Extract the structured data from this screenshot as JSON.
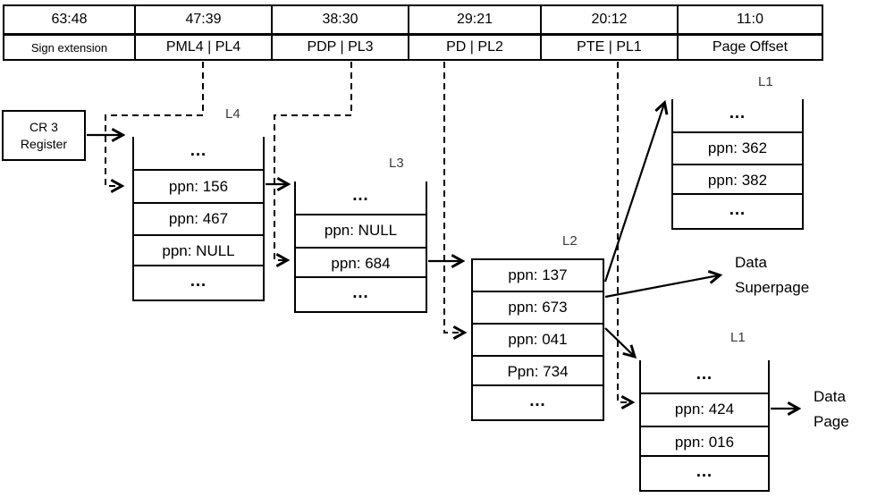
{
  "colors": {
    "ink": "#000000",
    "background": "#ffffff"
  },
  "address_fields": {
    "cells": [
      {
        "bits": "63:48",
        "label": "Sign extension"
      },
      {
        "bits": "47:39",
        "label": "PML4 | PL4"
      },
      {
        "bits": "38:30",
        "label": "PDP | PL3"
      },
      {
        "bits": "29:21",
        "label": "PD | PL2"
      },
      {
        "bits": "20:12",
        "label": "PTE | PL1"
      },
      {
        "bits": "11:0",
        "label": "Page Offset"
      }
    ]
  },
  "cr3_register": {
    "line1": "CR 3",
    "line2": "Register"
  },
  "page_tables": {
    "l4": {
      "label": "L4",
      "rows": [
        "…",
        "ppn: 156",
        "ppn: 467",
        "ppn: NULL",
        "…"
      ]
    },
    "l3": {
      "label": "L3",
      "rows": [
        "…",
        "ppn: NULL",
        "ppn: 684",
        "…"
      ]
    },
    "l2": {
      "label": "L2",
      "rows": [
        "ppn: 137",
        "ppn: 673",
        "ppn: 041",
        "Ppn: 734",
        "…"
      ]
    },
    "l1_top": {
      "label": "L1",
      "rows": [
        "…",
        "ppn: 362",
        "ppn: 382",
        "…"
      ]
    },
    "l1_bottom": {
      "label": "L1",
      "rows": [
        "…",
        "ppn: 424",
        "ppn: 016",
        "…"
      ]
    }
  },
  "annotations": {
    "data_superpage": {
      "line1": "Data",
      "line2": "Superpage"
    },
    "data_page": {
      "line1": "Data",
      "line2": "Page"
    }
  }
}
